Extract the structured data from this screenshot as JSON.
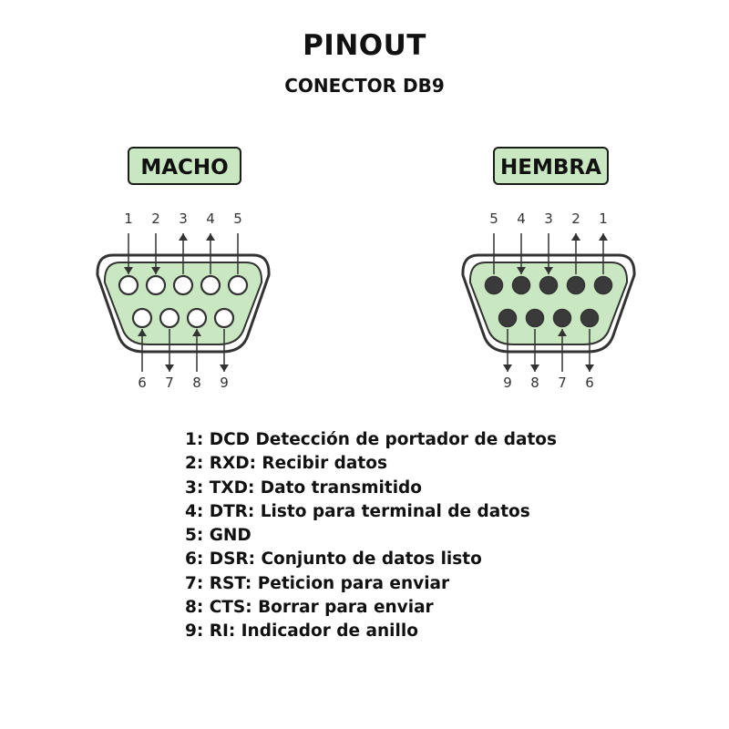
{
  "title": "PINOUT",
  "subtitle": "CONECTOR DB9",
  "male": {
    "label": "MACHO",
    "top_pins": [
      "1",
      "2",
      "3",
      "4",
      "5"
    ],
    "bottom_pins": [
      "6",
      "7",
      "8",
      "9"
    ],
    "top_arrows": [
      "in",
      "in",
      "out",
      "out",
      "none"
    ],
    "bottom_arrows": [
      "in",
      "out",
      "in",
      "out"
    ],
    "pin_style": "hollow"
  },
  "female": {
    "label": "HEMBRA",
    "top_pins": [
      "5",
      "4",
      "3",
      "2",
      "1"
    ],
    "bottom_pins": [
      "9",
      "8",
      "7",
      "6"
    ],
    "top_arrows": [
      "none",
      "in",
      "in",
      "out",
      "out"
    ],
    "bottom_arrows": [
      "out",
      "out",
      "in",
      "out"
    ],
    "pin_style": "filled"
  },
  "legend": [
    "1: DCD Detección de portador de datos",
    "2: RXD: Recibir datos",
    "3: TXD: Dato transmitido",
    "4: DTR: Listo para terminal de datos",
    "5: GND",
    "6: DSR: Conjunto de datos listo",
    "7: RST: Peticion para enviar",
    "8: CTS: Borrar para enviar",
    "9: RI: Indicador de anillo"
  ],
  "colors": {
    "shell_fill": "#c9e8c1",
    "outline": "#333333",
    "hollow_pin_fill": "#ffffff",
    "filled_pin_fill": "#3a3a3a",
    "badge_fill": "#c9e8c1"
  }
}
